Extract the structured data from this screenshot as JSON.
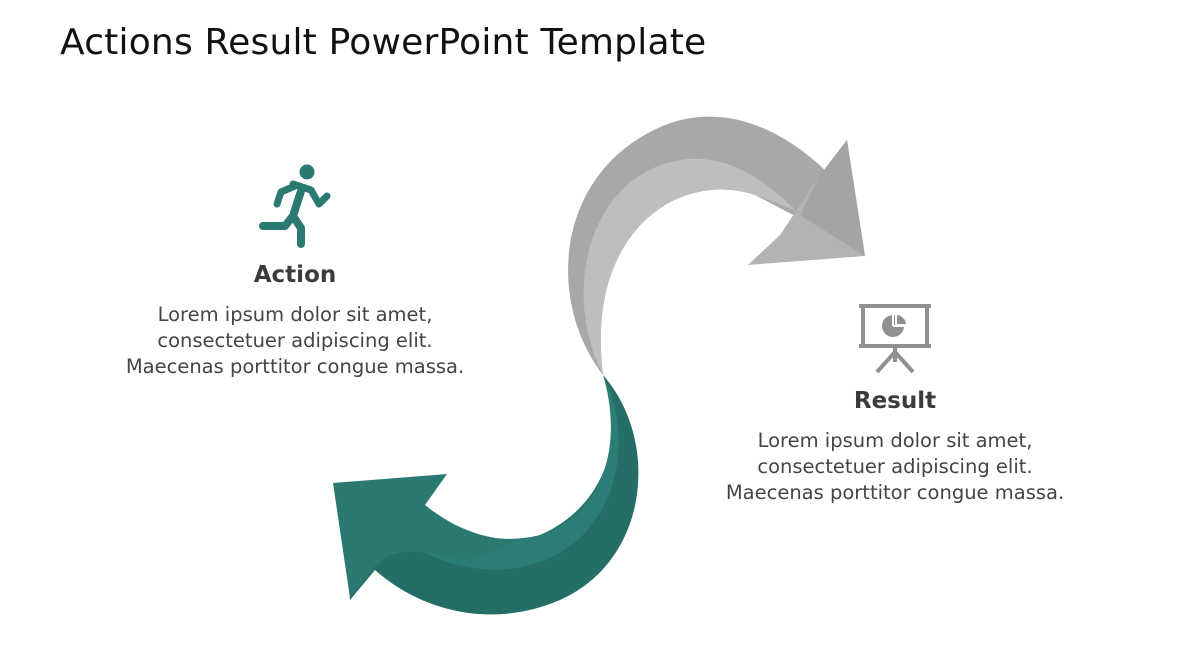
{
  "slide": {
    "title": "Actions Result PowerPoint Template"
  },
  "action": {
    "icon": "running-person-icon",
    "heading": "Action",
    "body": "Lorem ipsum dolor sit amet, consectetuer adipiscing elit. Maecenas porttitor congue massa."
  },
  "result": {
    "icon": "presentation-board-pie-chart-icon",
    "heading": "Result",
    "body": "Lorem ipsum dolor sit amet, consectetuer adipiscing elit. Maecenas porttitor congue massa."
  },
  "colors": {
    "accent_teal": "#2a7a72",
    "accent_teal_dark": "#1f605a",
    "gray_light": "#c0c0c0",
    "gray_dark": "#a6a6a6",
    "icon_gray": "#8f8f8f",
    "heading_text": "#3b3b3b",
    "body_text": "#444444"
  }
}
